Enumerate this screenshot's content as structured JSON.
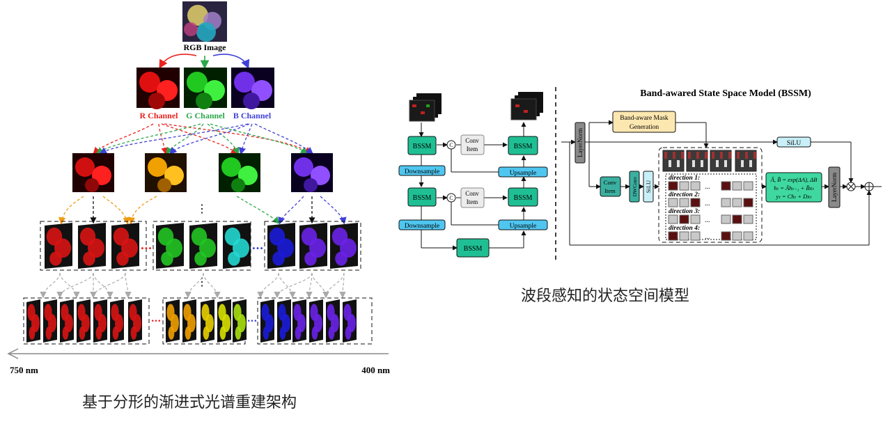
{
  "left": {
    "rgb_label": "RGB Image",
    "channel_labels": [
      {
        "text": "R Channel",
        "color": "#e8231f"
      },
      {
        "text": "G Channel",
        "color": "#2aa84a"
      },
      {
        "text": "B Channel",
        "color": "#3f3fd8"
      }
    ],
    "ellipsis": "⋮",
    "axis_left": "750 nm",
    "axis_right": "400 nm",
    "caption": "基于分形的渐进式光谱重建架构",
    "colors": {
      "red": "#d81414",
      "orange": "#f0a000",
      "green": "#22c422",
      "violet": "#6a22e8",
      "cyan": "#24d8d0",
      "blue": "#1c1cd8"
    }
  },
  "right": {
    "title": "Band-awared State Space Model (BSSM)",
    "caption": "波段感知的状态空间模型",
    "unet": {
      "bssm": "BSSM",
      "downsample": "Downsample",
      "upsample": "Upsample",
      "conv_item_1": "Conv",
      "conv_item_2": "Item",
      "concat": "C"
    },
    "bssm_block": {
      "layernorm": "LayerNorm",
      "mask_gen_1": "Band-aware Mask",
      "mask_gen_2": "Generation",
      "silu": "SiLU",
      "conv_item_1": "Conv",
      "conv_item_2": "Item",
      "dwconv": "DWConv",
      "silu_v": "SiLU",
      "directions": [
        "direction 1:",
        "direction 2:",
        "direction 3:",
        "direction 4:"
      ],
      "eq1": "Ā, B̄ = exp(ΔA), ΔB",
      "eq2": "hₜ = Āhₜ₋₁ + B̄xₜ",
      "eq3": "yₜ = Chₜ + Dxₜ",
      "layernorm2": "LayerNorm",
      "dots": "..."
    }
  }
}
